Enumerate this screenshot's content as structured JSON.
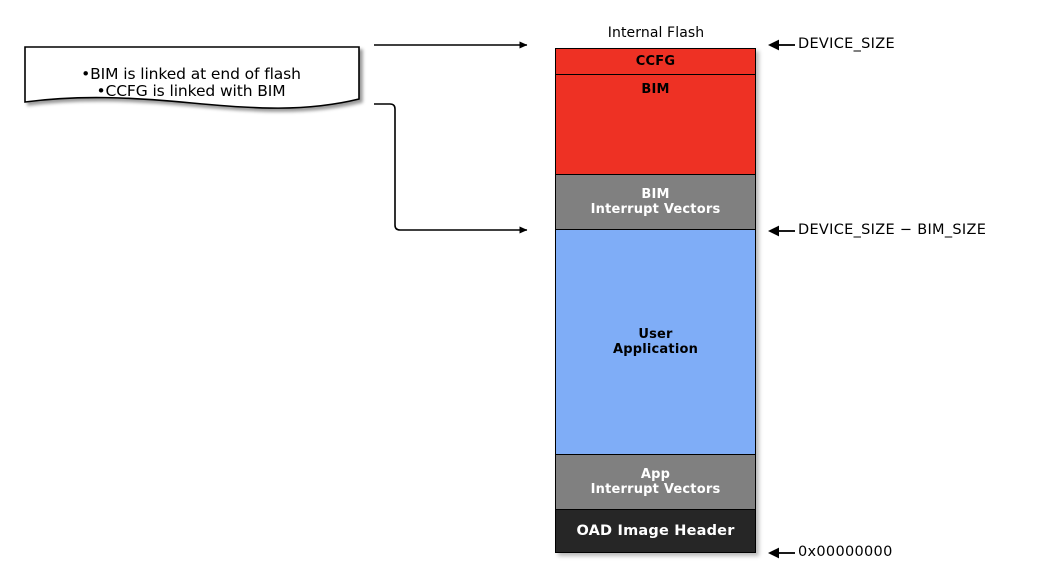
{
  "diagram": {
    "title": "Internal Flash",
    "callout": {
      "name": "linker-notes-callout",
      "lines": [
        "•BIM is linked at end of flash",
        "•CCFG is linked with BIM"
      ]
    },
    "memory_map": {
      "segments": [
        {
          "id": "ccfg",
          "label": "CCFG",
          "fill": "#ee3124",
          "text_color": "#000000"
        },
        {
          "id": "bim",
          "label": "BIM",
          "fill": "#ee3124",
          "text_color": "#000000"
        },
        {
          "id": "bim_iv",
          "label": "BIM\nInterrupt Vectors",
          "fill": "#808080",
          "text_color": "#ffffff"
        },
        {
          "id": "app",
          "label": "User\nApplication",
          "fill": "#7fadf7",
          "text_color": "#000000"
        },
        {
          "id": "app_iv",
          "label": "App\nInterrupt Vectors",
          "fill": "#808080",
          "text_color": "#ffffff"
        },
        {
          "id": "oad",
          "label": "OAD Image Header",
          "fill": "#262626",
          "text_color": "#ffffff"
        }
      ]
    },
    "address_labels": [
      {
        "id": "top",
        "text": "DEVICE_SIZE"
      },
      {
        "id": "middle",
        "text": "DEVICE_SIZE − BIM_SIZE"
      },
      {
        "id": "bottom",
        "text": "0x00000000"
      }
    ],
    "colors": {
      "red": "#ee3124",
      "gray": "#808080",
      "blue": "#7fadf7",
      "dark": "#262626",
      "outline": "#000000",
      "background": "#ffffff"
    }
  }
}
